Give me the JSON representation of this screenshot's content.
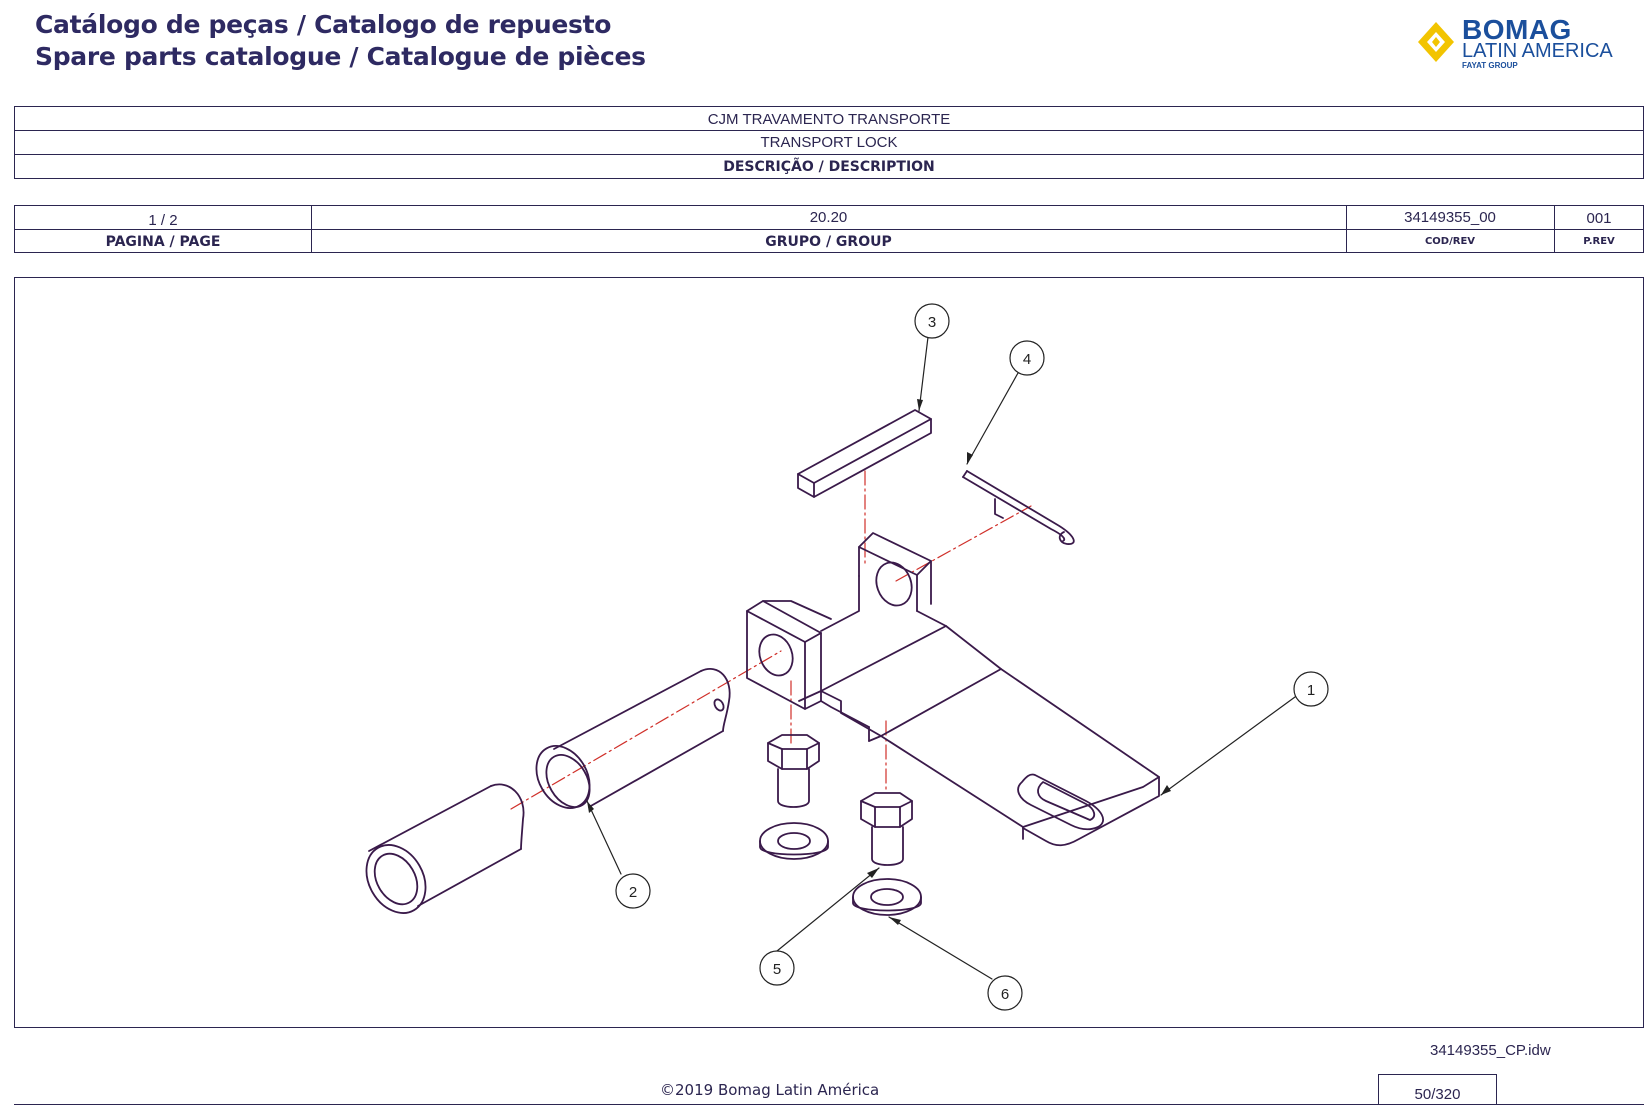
{
  "header": {
    "title_line1": "Catálogo de peças / Catalogo de repuesto",
    "title_line2": "Spare parts catalogue / Catalogue de pièces",
    "logo": {
      "brand": "BOMAG",
      "region": "LATIN AMERICA",
      "group": "FAYAT GROUP",
      "icon": "bomag-diamond-logo-icon",
      "colors": {
        "blue": "#1b4f9c",
        "yellow": "#f2c400"
      }
    }
  },
  "description_table": {
    "name_pt": "CJM TRAVAMENTO TRANSPORTE",
    "name_en": "TRANSPORT LOCK",
    "label": "DESCRIÇÃO / DESCRIPTION"
  },
  "info_table": {
    "page": {
      "value": "1  / 2",
      "label": "PAGINA / PAGE"
    },
    "group": {
      "value": "20.20",
      "label": "GRUPO / GROUP"
    },
    "code": {
      "value": "34149355_00",
      "label": "COD/REV"
    },
    "prev": {
      "value": "001",
      "label": "P.REV"
    }
  },
  "drawing": {
    "callouts": [
      "1",
      "2",
      "3",
      "4",
      "5",
      "6"
    ]
  },
  "footer": {
    "file_name": "34149355_CP.idw",
    "copyright": "©2019 Bomag Latin América",
    "page_number": "50/320"
  },
  "colors": {
    "text": "#2b2550",
    "line_art": "#3a1a4a",
    "center_line": "#d0302a"
  }
}
